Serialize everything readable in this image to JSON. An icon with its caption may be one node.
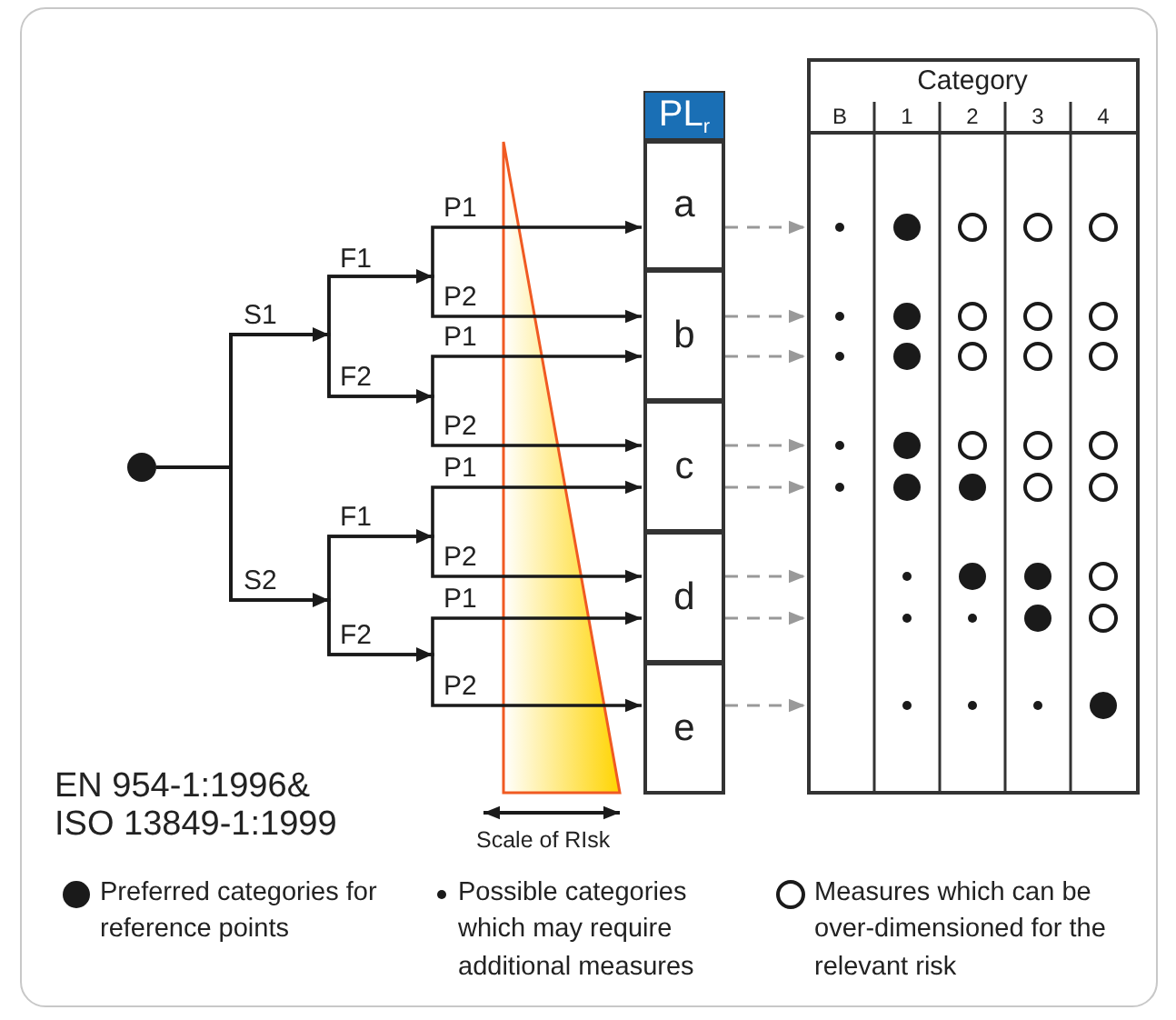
{
  "diagram": {
    "nodes": [
      {
        "text": [],
        "shape": "circle"
      },
      {
        "text": [
          "PL$_{r}$"
        ]
      },
      {
        "text": [
          "a"
        ]
      },
      {
        "text": [
          "b"
        ]
      },
      {
        "text": [
          "c"
        ]
      },
      {
        "text": [
          "d"
        ]
      },
      {
        "text": [
          "e"
        ]
      },
      {
        "text": [
          "Category",
          "B",
          "1",
          "2",
          "3",
          "4"
        ]
      }
    ],
    "edges": [
      {
        "from": 0,
        "to": 2,
        "arrow": "to"
      },
      {
        "from": 0,
        "to": 3,
        "arrow": "to"
      },
      {
        "from": 0,
        "to": 3,
        "arrow": "to"
      },
      {
        "from": 0,
        "to": 4,
        "arrow": "to"
      },
      {
        "from": 0,
        "to": 4,
        "arrow": "to"
      },
      {
        "from": 0,
        "to": 5,
        "arrow": "to"
      },
      {
        "from": 0,
        "to": 5,
        "arrow": "to"
      },
      {
        "from": 0,
        "to": 6,
        "arrow": "to"
      },
      {
        "from": 2,
        "to": 7,
        "arrow": "to",
        "style": "dashed",
        "color": "#999999"
      },
      {
        "from": 3,
        "to": 7,
        "arrow": "to",
        "style": "dashed",
        "color": "#999999"
      },
      {
        "from": 3,
        "to": 7,
        "arrow": "to",
        "style": "dashed",
        "color": "#999999"
      },
      {
        "from": 4,
        "to": 7,
        "arrow": "to",
        "style": "dashed",
        "color": "#999999"
      },
      {
        "from": 4,
        "to": 7,
        "arrow": "to",
        "style": "dashed",
        "color": "#999999"
      },
      {
        "from": 5,
        "to": 7,
        "arrow": "to",
        "style": "dashed",
        "color": "#999999"
      },
      {
        "from": 5,
        "to": 7,
        "arrow": "to",
        "style": "dashed",
        "color": "#999999"
      },
      {
        "from": 6,
        "to": 7,
        "arrow": "to",
        "style": "dashed",
        "color": "#999999"
      }
    ],
    "labels": [
      "P1",
      "F1",
      "P2",
      "S1",
      "P1",
      "F2",
      "P2",
      "P1",
      "F1",
      "P2",
      "S2",
      "P1",
      "F2",
      "P2",
      "EN 954-1:1996& ISO 13849-1:1999",
      "Scale of RIsk"
    ],
    "legend": [
      {
        "text": "Preferred categories for reference points"
      },
      {
        "text": "Possible categories which may require additional measures"
      },
      {
        "text": "Measures which can be over-dimensioned for the relevant risk"
      }
    ]
  }
}
